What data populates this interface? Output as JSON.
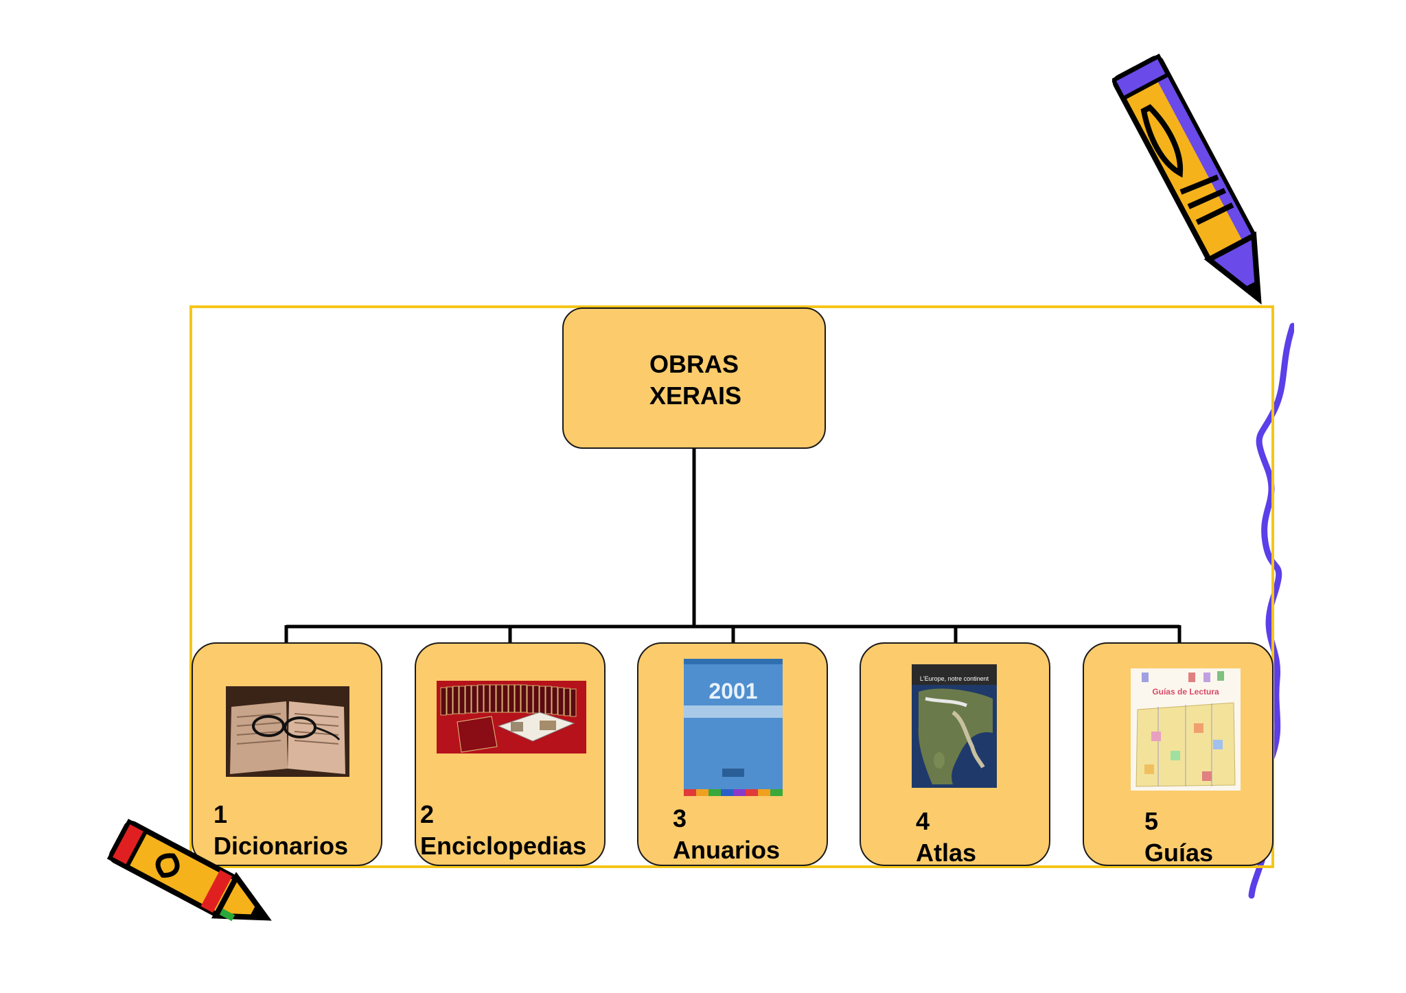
{
  "diagram": {
    "root": {
      "line1": "OBRAS",
      "line2": "XERAIS"
    },
    "children": [
      {
        "number": "1",
        "label": "Dicionarios"
      },
      {
        "number": "2",
        "label": "Enciclopedias"
      },
      {
        "number": "3",
        "label": "Anuarios"
      },
      {
        "number": "4",
        "label": "Atlas"
      },
      {
        "number": "5",
        "label": "Guías"
      }
    ]
  },
  "images": {
    "anuario_year": "2001",
    "atlas_caption": "L'Europe, notre continent",
    "guias_title": "Guías de Lectura"
  },
  "colors": {
    "box_fill": "#FBCB6C",
    "frame": "#F5C518",
    "wavy_line": "#5B3FE8",
    "pencil_body": "#F5B21A"
  },
  "icons": [
    "pencil-icon",
    "pencil-icon"
  ]
}
